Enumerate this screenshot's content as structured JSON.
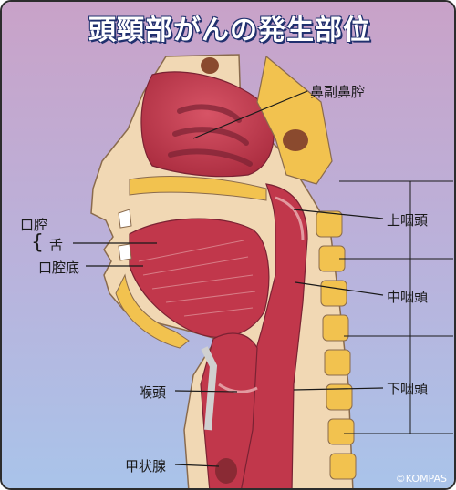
{
  "title": "頭頸部がんの発生部位",
  "labels": {
    "nasal_sinus": "鼻副鼻腔",
    "oral_cavity": "口腔",
    "brace": "{",
    "tongue": "舌",
    "floor_of_mouth": "口腔底",
    "nasopharynx": "上咽頭",
    "oropharynx": "中咽頭",
    "hypopharynx": "下咽頭",
    "larynx": "喉頭",
    "thyroid": "甲状腺"
  },
  "copyright": "©KOMPAS",
  "colors": {
    "bg_top": "#c9a2c8",
    "bg_bottom": "#a9c4ea",
    "tissue_red": "#c1374b",
    "tissue_pink": "#e29aa0",
    "skin": "#f1d8b4",
    "bone": "#f2c24f",
    "title_text": "#ffffff",
    "title_outline": "#20306e"
  }
}
